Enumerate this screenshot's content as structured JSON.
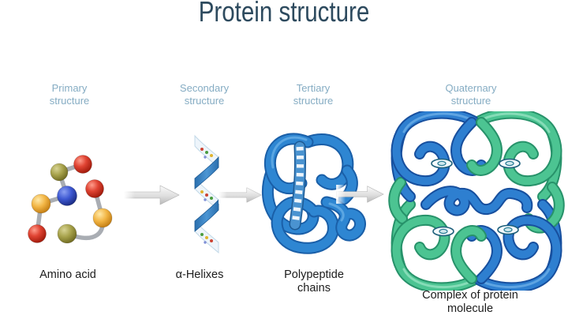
{
  "title": "Protein structure",
  "columns": [
    {
      "header": "Primary\nstructure",
      "caption": "Amino acid",
      "illustration": "amino-acid-chain"
    },
    {
      "header": "Secondary\nstructure",
      "caption": "α-Helixes",
      "illustration": "alpha-helix"
    },
    {
      "header": "Tertiary\nstructure",
      "caption": "Polypeptide\nchains",
      "illustration": "polypeptide-knot"
    },
    {
      "header": "Quaternary\nstructure",
      "caption": "Complex of protein\nmolecule",
      "illustration": "protein-complex"
    }
  ],
  "arrows": [
    "arrow-right-icon",
    "arrow-right-icon",
    "arrow-right-icon"
  ],
  "colors": {
    "title_color": "#2d4a5e",
    "header_color": "#85acc3",
    "caption_color": "#1c1c1c",
    "blue_tube": "#2e7fd0",
    "blue_edge": "#174f9e",
    "green_tube": "#4cc492",
    "green_edge": "#27926a",
    "helix_blue": "#3c86c6",
    "arrow_gray": "#cfcfcf",
    "ball_red": "#d63425",
    "ball_olive": "#a09b42",
    "ball_blue": "#3a55d0",
    "ball_yellow": "#f0b23e"
  }
}
